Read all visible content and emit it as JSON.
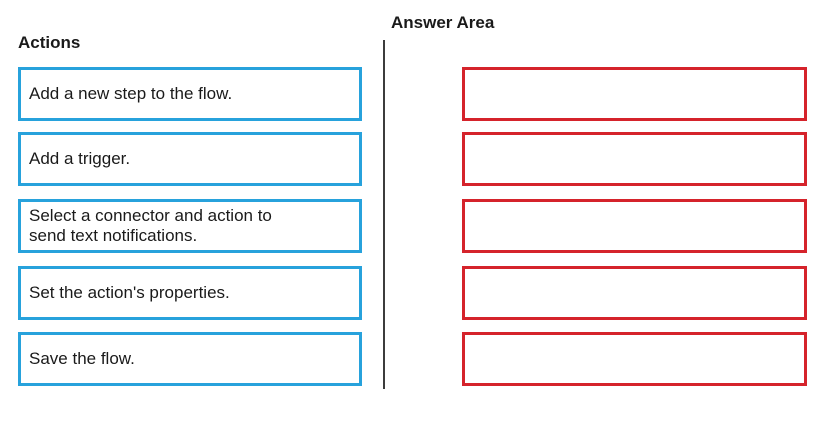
{
  "actions": {
    "title": "Actions",
    "items": [
      {
        "label": "Add a new step to the flow."
      },
      {
        "label": "Add a trigger."
      },
      {
        "label": "Select a connector and action to send text notifications."
      },
      {
        "label": "Set the action's properties."
      },
      {
        "label": "Save the flow."
      }
    ]
  },
  "answer_area": {
    "title": "Answer Area",
    "slots": [
      {
        "value": ""
      },
      {
        "value": ""
      },
      {
        "value": ""
      },
      {
        "value": ""
      },
      {
        "value": ""
      }
    ]
  },
  "colors": {
    "action_box_border": "#27A2DC",
    "answer_box_border": "#D5232B",
    "divider": "#3C3C3C",
    "text": "#1A1A1A",
    "background": "#FFFFFF"
  }
}
